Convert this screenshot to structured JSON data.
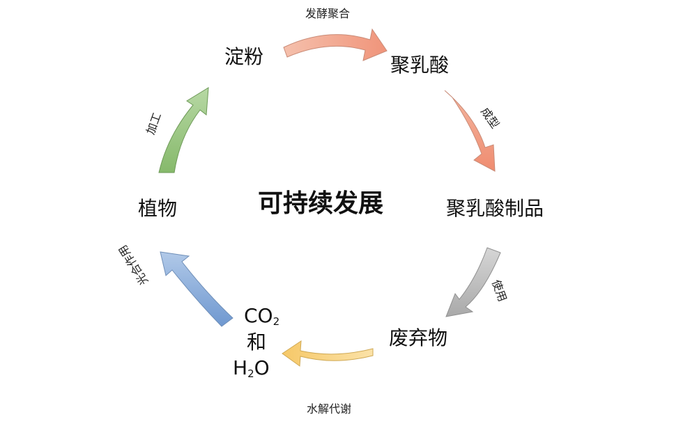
{
  "center_title": "可持续发展",
  "nodes": {
    "starch": "淀粉",
    "pla": "聚乳酸",
    "pla_products": "聚乳酸制品",
    "waste": "废弃物",
    "plant": "植物"
  },
  "co2_h2o": {
    "co": "CO",
    "sub2": "2",
    "and": "和",
    "h": "H",
    "o": "O"
  },
  "edges": {
    "fermentation": "发酵聚合",
    "molding": "成型",
    "use": "使用",
    "hydrolysis": "水解代谢",
    "photosynthesis": "光合作用",
    "processing": "加工"
  },
  "colors": {
    "fermentation_arrow": "#f2a58e",
    "molding_arrow": "#f2a58e",
    "use_arrow": "#bdbdbd",
    "hydrolysis_arrow": "#f8d58c",
    "photosynthesis_arrow": "#95b5dd",
    "processing_arrow": "#9cc685"
  }
}
